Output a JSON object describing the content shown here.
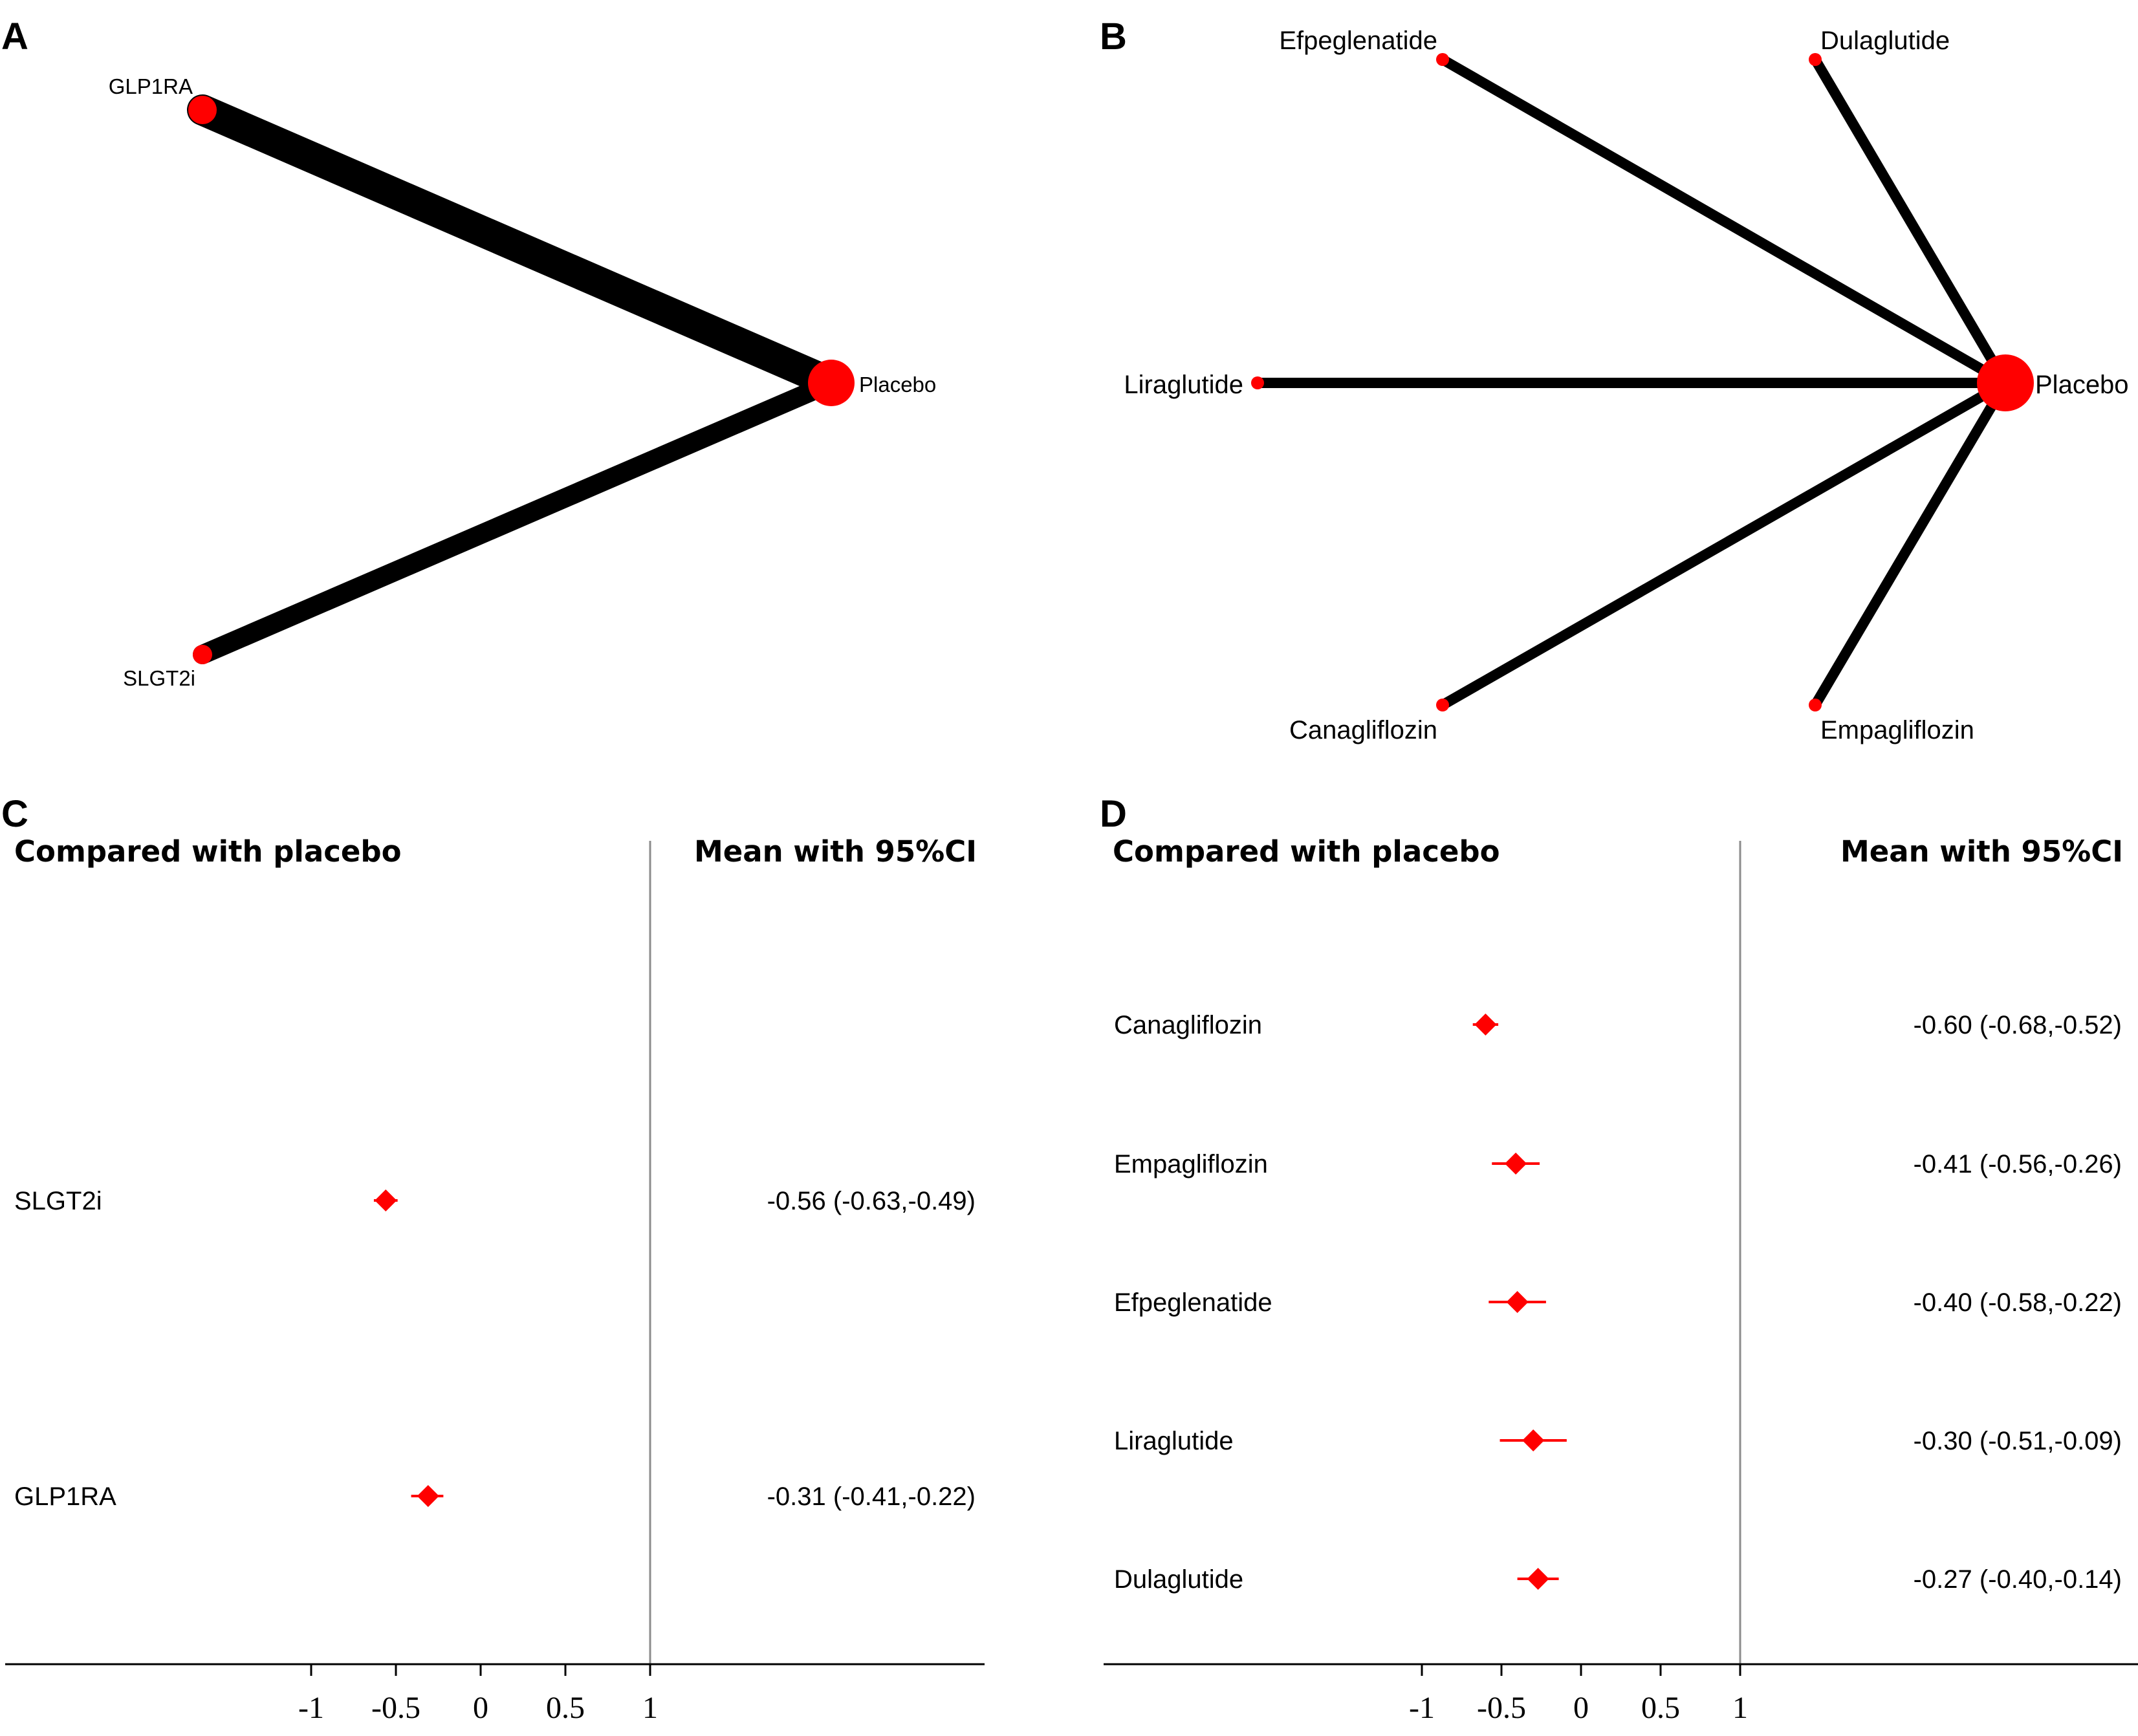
{
  "panels": {
    "a": "A",
    "b": "B",
    "c": "C",
    "d": "D"
  },
  "chart_data": [
    {
      "type": "network",
      "panel": "A",
      "nodes": [
        {
          "name": "GLP1RA",
          "size": "medium"
        },
        {
          "name": "Placebo",
          "size": "large"
        },
        {
          "name": "SLGT2i",
          "size": "small"
        }
      ],
      "edges": [
        {
          "from": "GLP1RA",
          "to": "Placebo",
          "weight": "thick"
        },
        {
          "from": "SLGT2i",
          "to": "Placebo",
          "weight": "medium"
        }
      ]
    },
    {
      "type": "network",
      "panel": "B",
      "nodes": [
        {
          "name": "Efpeglenatide",
          "size": "small"
        },
        {
          "name": "Dulaglutide",
          "size": "small"
        },
        {
          "name": "Liraglutide",
          "size": "small"
        },
        {
          "name": "Placebo",
          "size": "large"
        },
        {
          "name": "Canagliflozin",
          "size": "small"
        },
        {
          "name": "Empagliflozin",
          "size": "small"
        }
      ],
      "edges": [
        {
          "from": "Efpeglenatide",
          "to": "Placebo"
        },
        {
          "from": "Dulaglutide",
          "to": "Placebo"
        },
        {
          "from": "Liraglutide",
          "to": "Placebo"
        },
        {
          "from": "Canagliflozin",
          "to": "Placebo"
        },
        {
          "from": "Empagliflozin",
          "to": "Placebo"
        }
      ]
    },
    {
      "type": "forest",
      "panel": "C",
      "left_header": "Compared with placebo",
      "right_header": "Mean with 95%CI",
      "xlim": [
        -1,
        1
      ],
      "xticks": [
        -1,
        -0.5,
        0,
        0.5,
        1
      ],
      "xtick_labels": [
        "-1",
        "-0.5",
        "0",
        "0.5",
        "1"
      ],
      "reference_line": 1,
      "rows": [
        {
          "label": "SLGT2i",
          "mean": -0.56,
          "lower": -0.63,
          "upper": -0.49,
          "text": "-0.56 (-0.63,-0.49)"
        },
        {
          "label": "GLP1RA",
          "mean": -0.31,
          "lower": -0.41,
          "upper": -0.22,
          "text": "-0.31 (-0.41,-0.22)"
        }
      ],
      "marker_color": "#ff0000"
    },
    {
      "type": "forest",
      "panel": "D",
      "left_header": "Compared with placebo",
      "right_header": "Mean with 95%CI",
      "xlim": [
        -1,
        1
      ],
      "xticks": [
        -1,
        -0.5,
        0,
        0.5,
        1
      ],
      "xtick_labels": [
        "-1",
        "-0.5",
        "0",
        "0.5",
        "1"
      ],
      "reference_line": 1,
      "rows": [
        {
          "label": "Canagliflozin",
          "mean": -0.6,
          "lower": -0.68,
          "upper": -0.52,
          "text": "-0.60 (-0.68,-0.52)"
        },
        {
          "label": "Empagliflozin",
          "mean": -0.41,
          "lower": -0.56,
          "upper": -0.26,
          "text": "-0.41 (-0.56,-0.26)"
        },
        {
          "label": "Efpeglenatide",
          "mean": -0.4,
          "lower": -0.58,
          "upper": -0.22,
          "text": "-0.40 (-0.58,-0.22)"
        },
        {
          "label": "Liraglutide",
          "mean": -0.3,
          "lower": -0.51,
          "upper": -0.09,
          "text": "-0.30 (-0.51,-0.09)"
        },
        {
          "label": "Dulaglutide",
          "mean": -0.27,
          "lower": -0.4,
          "upper": -0.14,
          "text": "-0.27 (-0.40,-0.14)"
        }
      ],
      "marker_color": "#ff0000"
    }
  ]
}
